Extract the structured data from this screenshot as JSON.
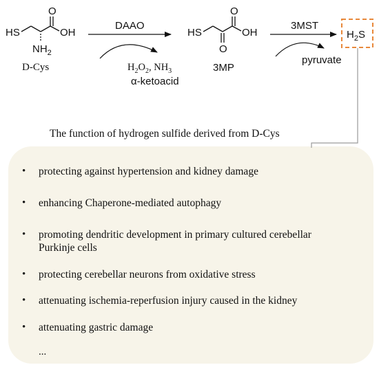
{
  "reaction": {
    "dcys": {
      "hs": "HS",
      "oh": "OH",
      "o": "O",
      "nh": "NH",
      "nh_sub": "2",
      "label": "D-Cys"
    },
    "step1": {
      "enzyme": "DAAO",
      "byproducts_a": "H",
      "byproducts_sub1": "2",
      "byproducts_b": "O",
      "byproducts_sub2": "2",
      "byproducts_c": ",  NH",
      "byproducts_sub3": "3",
      "byproduct2": "α-ketoacid"
    },
    "mp": {
      "hs": "HS",
      "oh": "OH",
      "o_top": "O",
      "o_bottom": "O",
      "label": "3MP"
    },
    "step2": {
      "enzyme": "3MST",
      "byproduct": "pyruvate"
    },
    "product": {
      "h": "H",
      "sub": "2",
      "s": "S"
    }
  },
  "panel": {
    "title": "The function of hydrogen sulfide derived from D-Cys",
    "items": [
      {
        "line1": "protecting against hypertension and kidney damage",
        "line2": ""
      },
      {
        "line1": "enhancing Chaperone-mediated autophagy",
        "line2": ""
      },
      {
        "line1": "promoting dendritic development in primary cultured cerebellar",
        "line2": "Purkinje cells"
      },
      {
        "line1": "protecting cerebellar neurons from oxidative stress",
        "line2": ""
      },
      {
        "line1": "attenuating ischemia-reperfusion injury caused in the kidney",
        "line2": ""
      },
      {
        "line1": "attenuating gastric damage",
        "line2": ""
      }
    ],
    "ellipsis": "..."
  },
  "colors": {
    "accent": "#e8883a",
    "panel_bg": "#f7f4e9",
    "connector": "#9a9a9a"
  }
}
